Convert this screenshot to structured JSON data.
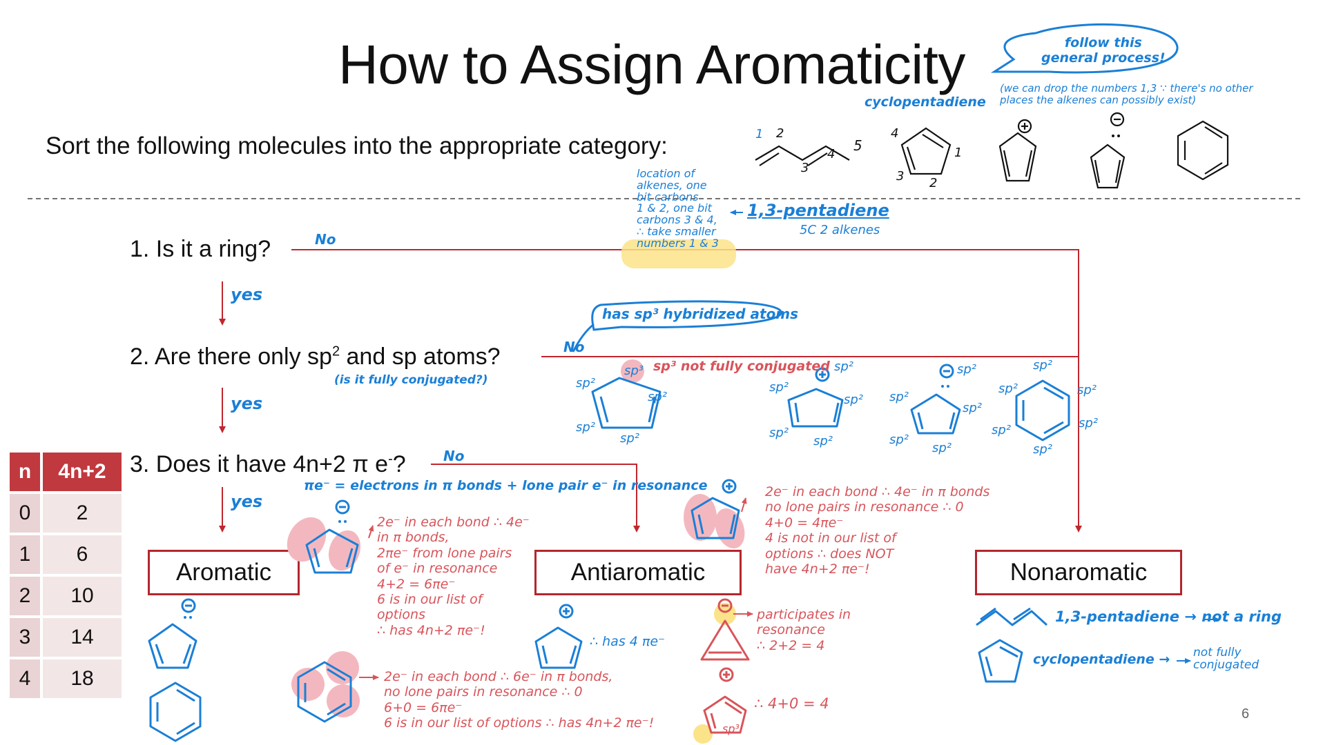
{
  "title": "How to Assign Aromaticity",
  "subtitle": "Sort the following molecules into the appropriate category:",
  "questions": {
    "q1": "1. Is it a ring?",
    "q2_main": "2. Are there only sp",
    "q2_sup": "2",
    "q2_end": " and sp atoms?",
    "q3": "3. Does it have 4n+2 π e",
    "q3_sup": "-",
    "q3_end": "?"
  },
  "categories": {
    "aromatic": "Aromatic",
    "antiaromatic": "Antiaromatic",
    "nonaromatic": "Nonaromatic"
  },
  "table": {
    "headers": [
      "n",
      "4n+2"
    ],
    "rows": [
      [
        "0",
        "2"
      ],
      [
        "1",
        "6"
      ],
      [
        "2",
        "10"
      ],
      [
        "3",
        "14"
      ],
      [
        "4",
        "18"
      ]
    ]
  },
  "page_number": "6",
  "annotations": {
    "follow_process": [
      "follow this",
      "general process!"
    ],
    "cyclopentadiene_label": "cyclopentadiene",
    "we_can_drop": [
      "(we can drop the numbers 1,3 ∵ there's no other",
      "places the alkenes can possibly exist)"
    ],
    "location_note": [
      "location of",
      "alkenes, one",
      "bit carbons",
      "1 & 2, one bit",
      "carbons 3 & 4,",
      "∴ take smaller",
      "numbers 1 & 3"
    ],
    "pentadiene_name": "1,3-pentadiene",
    "pentadiene_sub": "5C 2 alkenes",
    "no1": "No",
    "yes1": "yes",
    "has_sp3": "has sp³ hybridized atoms",
    "no2": "No",
    "is_it_conj": "(is it fully conjugated?)",
    "sp3_not_conj": "sp³ not fully conjugated",
    "yes2": "yes",
    "no3": "No",
    "pie_def": "πe⁻ = electrons in π bonds + lone pair e⁻ in resonance",
    "yes3": "yes",
    "arom_note1": [
      "2e⁻ in each bond ∴ 4e⁻",
      "in π bonds,",
      "2πe⁻ from lone pairs",
      "of e⁻ in resonance",
      "4+2 = 6πe⁻",
      "6 is in our list of",
      "options",
      "∴ has 4n+2 πe⁻!"
    ],
    "antiarom_note1": [
      "2e⁻ in each bond ∴ 4e⁻ in π bonds",
      "no lone pairs in resonance ∴ 0",
      "4+0 = 4πe⁻",
      "4 is not in our list of",
      "options ∴ does NOT",
      "have 4n+2 πe⁻!"
    ],
    "has4pie": "∴ has 4 πe⁻",
    "participates": [
      "participates in",
      "resonance",
      "∴ 2+2 = 4"
    ],
    "benzene_note": [
      "2e⁻ in each bond ∴ 6e⁻ in π bonds,",
      "no lone pairs in resonance ∴ 0",
      "6+0 = 6πe⁻",
      "6 is in our list of options ∴ has 4n+2 πe⁻!"
    ],
    "four_plus_zero": "∴ 4+0 = 4",
    "pentadiene_not_ring": "1,3-pentadiene → not a ring",
    "cyclopentadiene_not": "cyclopentadiene →",
    "not_fully_conj": [
      "not fully",
      "conjugated"
    ],
    "sp2": "sp²",
    "sp3": "sp³",
    "num1": "1",
    "num2": "2",
    "num3": "3",
    "num4": "4",
    "num5": "5"
  },
  "colors": {
    "blue_ink": "#1a7fd6",
    "red_ink": "#d8545a",
    "flow_line": "#c0262d",
    "box_border": "#b3262d",
    "highlight_yellow": "#fbe38a",
    "highlight_pink": "#f3b8bf"
  }
}
